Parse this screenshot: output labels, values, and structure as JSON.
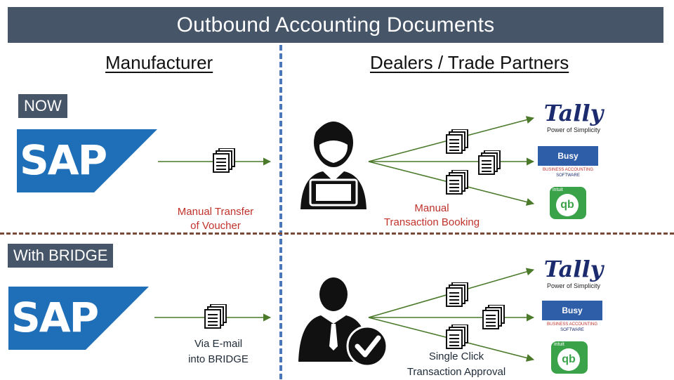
{
  "title": "Outbound Accounting Documents",
  "columns": {
    "left": "Manufacturer",
    "right": "Dealers / Trade Partners"
  },
  "sections": {
    "now": {
      "tag": "NOW",
      "left_label_1": "Manual Transfer",
      "left_label_2": "of Voucher",
      "right_label_1": "Manual",
      "right_label_2": "Transaction Booking"
    },
    "bridge": {
      "tag": "With BRIDGE",
      "left_label_1": "Via E-mail",
      "left_label_2": "into BRIDGE",
      "right_label_1": "Single Click",
      "right_label_2": "Transaction Approval"
    }
  },
  "logos": {
    "sap": "SAP",
    "tally": "Tally",
    "tally_tagline": "Power of Simplicity",
    "busy": "Busy",
    "busy_tagline_1": "BUSINESS ACCOUNTING",
    "busy_tagline_2": "SOFTWARE",
    "intuit": "intuit",
    "quickbooks": "qb"
  },
  "icons": {
    "document": "document-stack-icon",
    "user_laptop": "user-laptop-icon",
    "businessman_check": "businessman-check-icon"
  },
  "colors": {
    "title_bar": "#475569",
    "sap_blue": "#1f6fb8",
    "arrow_green": "#4a7a2a",
    "red_label": "#c0312b",
    "divider_blue": "#4a78b8",
    "divider_brown": "#7a4a38",
    "qb_green": "#3aa34a"
  }
}
